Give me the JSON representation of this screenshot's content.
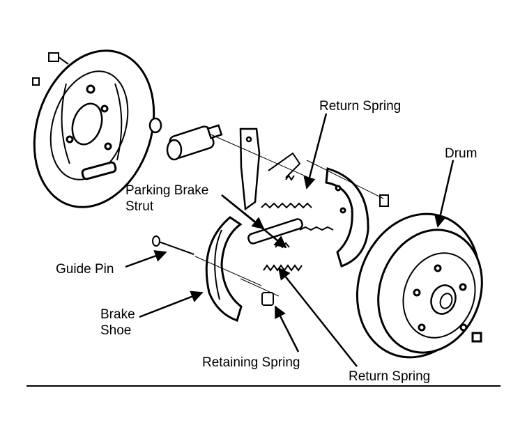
{
  "diagram": {
    "labels": {
      "return_spring_top": "Return Spring",
      "drum": "Drum",
      "parking_brake_strut_1": "Parking Brake",
      "parking_brake_strut_2": "Strut",
      "guide_pin": "Guide Pin",
      "brake_shoe_1": "Brake",
      "brake_shoe_2": "Shoe",
      "retaining_spring": "Retaining Spring",
      "return_spring_bottom": "Return Spring"
    },
    "colors": {
      "ink": "#000000",
      "paper": "#ffffff"
    }
  }
}
